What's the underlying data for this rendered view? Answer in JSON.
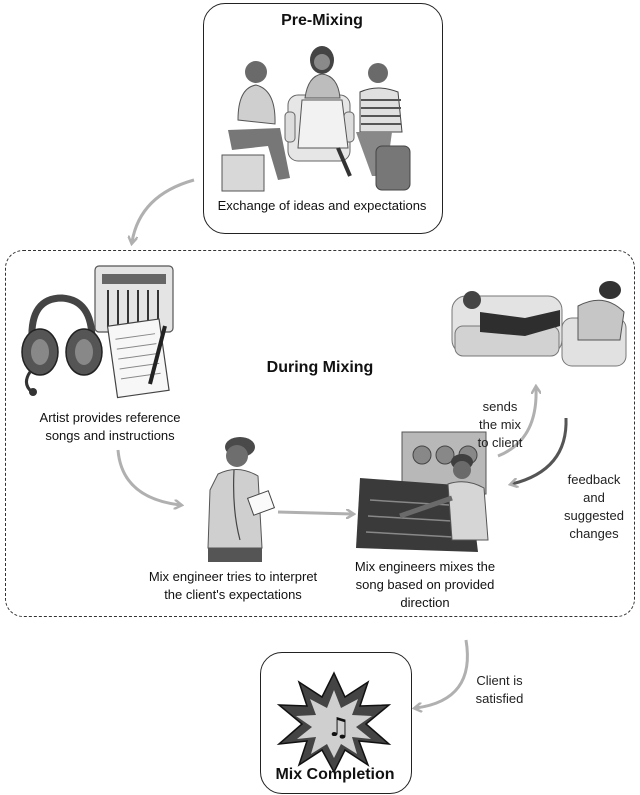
{
  "pre_mixing": {
    "title": "Pre-Mixing",
    "caption": "Exchange of ideas and expectations"
  },
  "during_mixing": {
    "title": "During Mixing",
    "artist_caption_1": "Artist provides reference",
    "artist_caption_2": "songs and instructions",
    "engineer_caption_1": "Mix engineer tries to interpret",
    "engineer_caption_2": "the client's expectations",
    "mixing_caption_1": "Mix engineers mixes the",
    "mixing_caption_2": "song based on provided",
    "mixing_caption_3": "direction",
    "sends_label_1": "sends",
    "sends_label_2": "the mix",
    "sends_label_3": "to client",
    "feedback_label_1": "feedback",
    "feedback_label_2": "and",
    "feedback_label_3": "suggested",
    "feedback_label_4": "changes"
  },
  "completion": {
    "title": "Mix Completion",
    "satisfied_label_1": "Client is",
    "satisfied_label_2": "satisfied"
  }
}
